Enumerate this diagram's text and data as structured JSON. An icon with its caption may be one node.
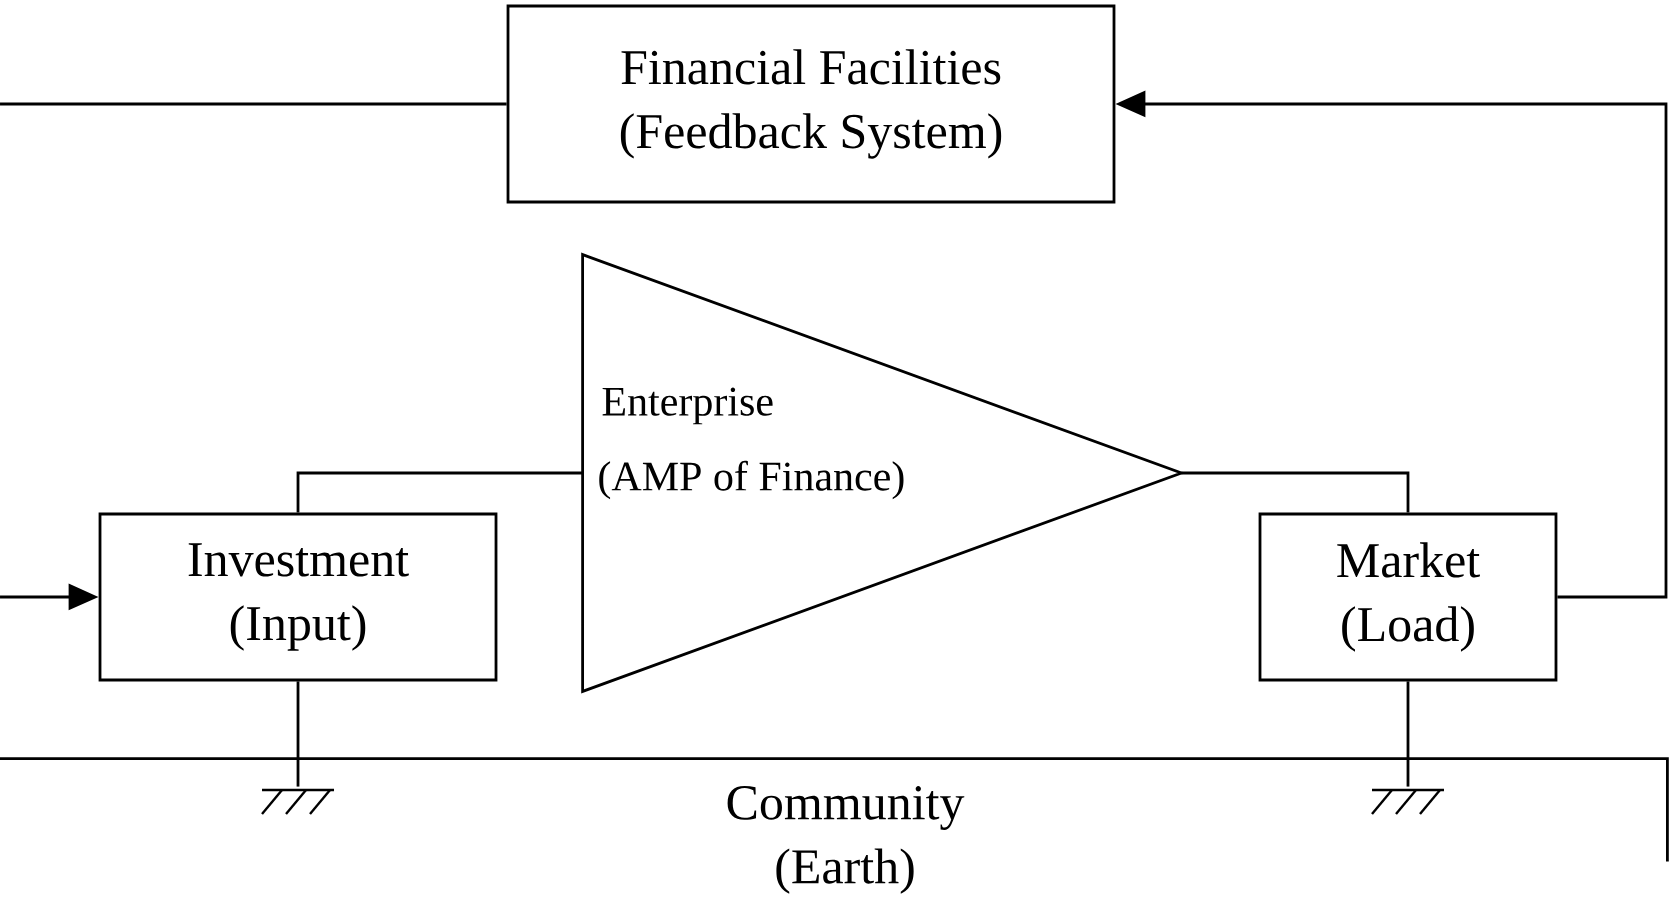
{
  "diagram": {
    "nodes": [
      {
        "text": [
          "Financial Facilities",
          "(Feedback System)"
        ]
      },
      {
        "text": [
          "Enterprise",
          "(AMP of Finance)"
        ]
      },
      {
        "text": [
          "Investment",
          "(Input)"
        ]
      },
      {
        "text": [
          "Market",
          "(Load)"
        ]
      },
      {
        "text": [],
        "shape": "ground",
        "in": 6
      },
      {
        "text": [],
        "shape": "ground",
        "in": 6
      },
      {
        "text": [
          "Community",
          "(Earth)"
        ]
      }
    ],
    "edges": [
      {
        "from": null,
        "to": 2,
        "arrow": "to"
      },
      {
        "from": 0,
        "to": null,
        "arrow": "none"
      },
      {
        "from": 2,
        "to": 1,
        "arrow": "none"
      },
      {
        "from": 1,
        "to": 3,
        "arrow": "none"
      },
      {
        "from": 3,
        "to": 0,
        "arrow": "to"
      },
      {
        "from": 2,
        "to": 4,
        "arrow": "none"
      },
      {
        "from": 3,
        "to": 5,
        "arrow": "none"
      }
    ]
  }
}
